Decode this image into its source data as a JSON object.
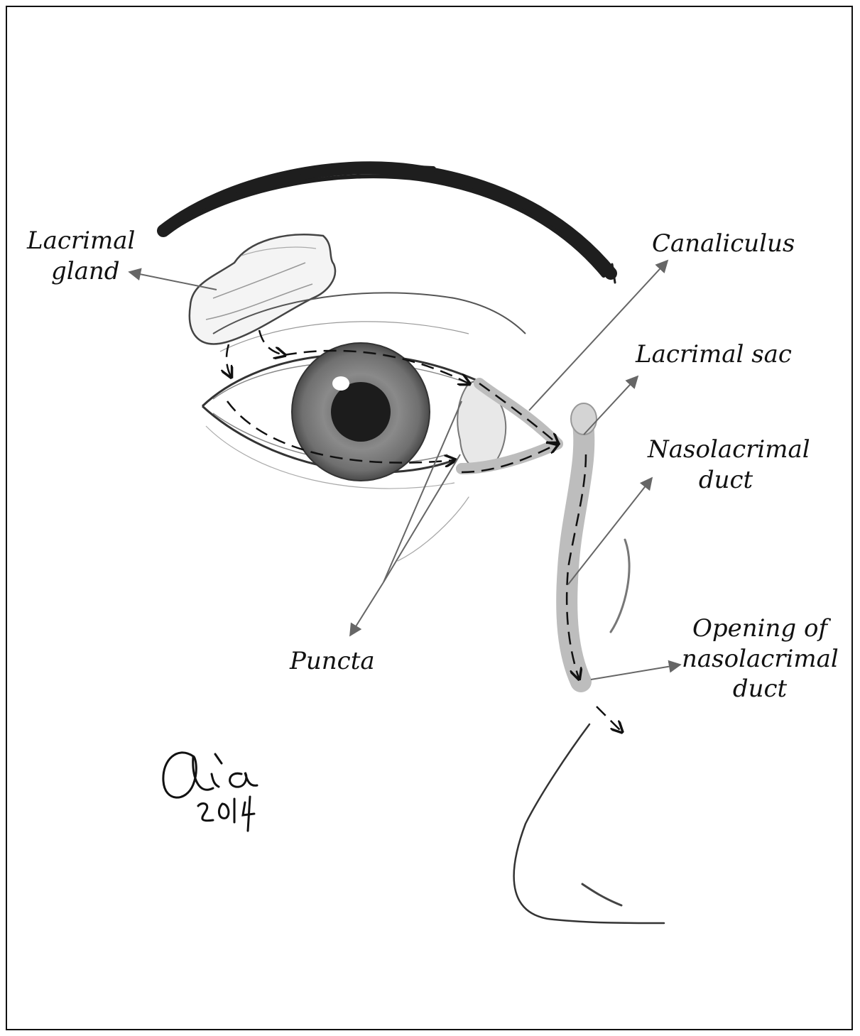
{
  "labels": {
    "lacrimal_gland": [
      "Lacrimal",
      "gland"
    ],
    "canaliculus": "Canaliculus",
    "lacrimal_sac": "Lacrimal sac",
    "nasolacrimal_duct": [
      "Nasolacrimal",
      "duct"
    ],
    "puncta": "Puncta",
    "opening_of_duct": [
      "Opening of",
      "nasolacrimal",
      "duct"
    ]
  },
  "signature": {
    "name": "Aia",
    "year": "2014"
  },
  "colors": {
    "pencil": "#2a2a2a",
    "leader_line": "#6a6a6a",
    "duct_shade": "#bdbdbd",
    "iris": "#7a7a7a"
  }
}
